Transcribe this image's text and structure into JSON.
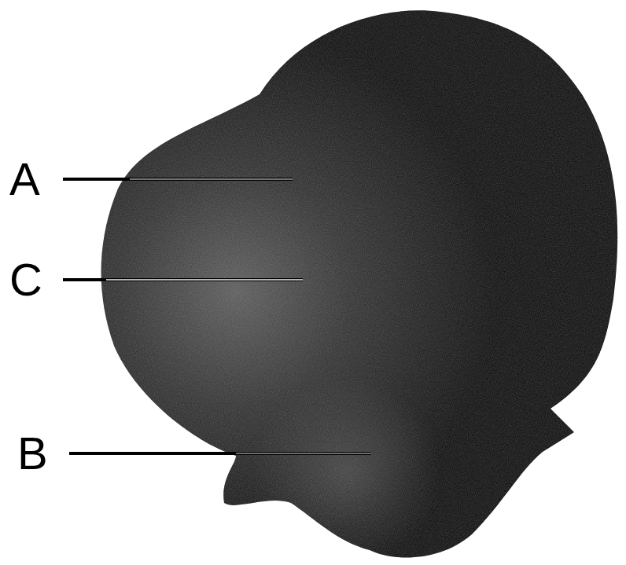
{
  "diagram": {
    "labels": [
      "A",
      "C",
      "B"
    ]
  }
}
